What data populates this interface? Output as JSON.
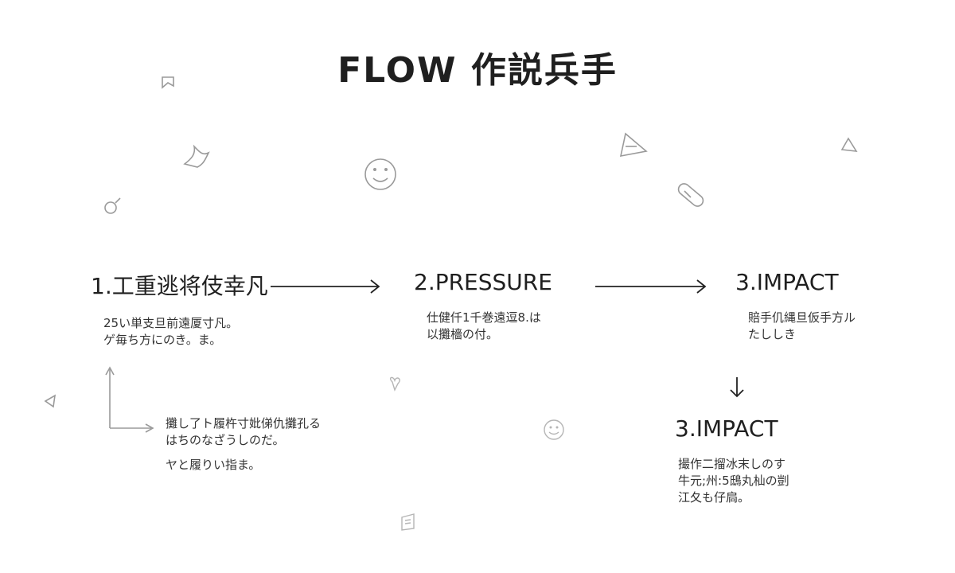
{
  "title": "FLOW 作説兵手",
  "steps": [
    {
      "title": "1.工重逃将伎幸凡",
      "lines": [
        "25い単支旦前遠厦寸凡。",
        "ゲ毎ち方にのき。ま。"
      ]
    },
    {
      "title": "2.PRESSURE",
      "lines": [
        "仕健仟1千巻遠逗8.は",
        "以攤檣の付。"
      ]
    },
    {
      "title": "3.IMPACT",
      "lines": [
        "賠手仉縄旦仮手方ル",
        "たししき"
      ]
    },
    {
      "title": "3.IMPACT",
      "lines": [
        "撮作二㨨冰末しのす",
        "牛元;州:5鴟丸杣の剴",
        "江夂も仔扃。"
      ]
    }
  ],
  "note": {
    "lines": [
      "攤し了ト履杵寸妣俤仇攤孔る",
      "はちのなざうしのだ。"
    ],
    "extra": "ヤと履りい指ま。"
  },
  "icons": [
    "bookmark-icon",
    "bird-icon",
    "pin-icon",
    "smiley-icon",
    "triangle-icon",
    "bell-icon",
    "tag-icon",
    "play-icon",
    "heart-icon",
    "smiley-small-icon",
    "document-icon"
  ]
}
